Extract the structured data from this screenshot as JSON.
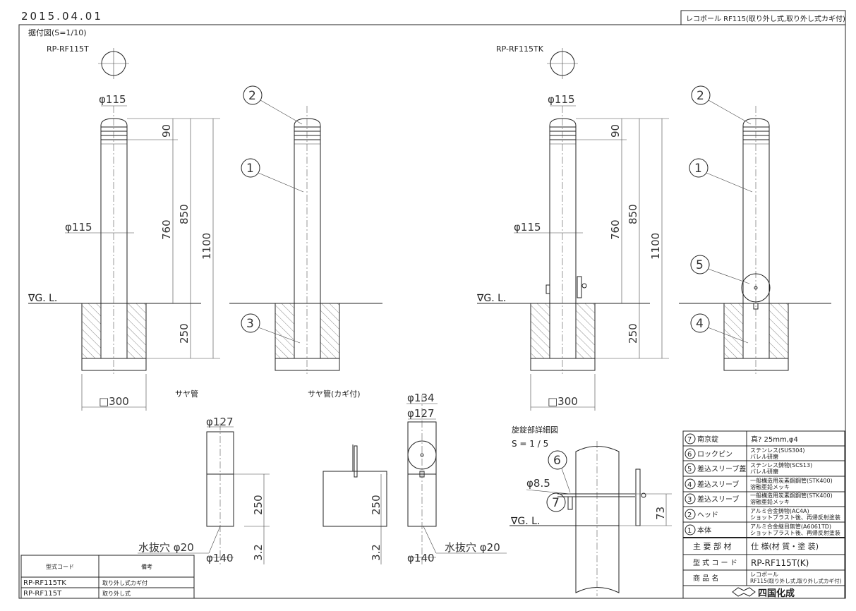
{
  "header": {
    "date": "2015.04.01",
    "title": "レコポール RF115(取り外し式,取り外し式カギ付)",
    "install_label": "据付図(S=1/10)"
  },
  "views": {
    "left_model": "RP-RF115T",
    "right_model": "RP-RF115TK",
    "dia_top": "φ115",
    "dia_mid": "φ115",
    "dim_90": "90",
    "dim_760": "760",
    "dim_850": "850",
    "dim_1100": "1100",
    "dim_250": "250",
    "foundation": "□300",
    "ground": "∇G. L.",
    "balloons": [
      "1",
      "2",
      "3",
      "4",
      "5",
      "6",
      "7"
    ]
  },
  "sleeves": {
    "sleeve_title": "サヤ管",
    "sleeve_key_title": "サヤ管(カギ付)",
    "dia_127": "φ127",
    "dia_134": "φ134",
    "dia_140": "φ140",
    "dim_250": "250",
    "dim_3_2": "3.2",
    "drain": "水抜穴 φ20"
  },
  "detail": {
    "title": "旋錠部詳細図",
    "scale": "S = 1 / 5",
    "pin_dia": "φ8.5",
    "dim_73": "73",
    "ground": "∇G. L."
  },
  "parts_table": {
    "rows": [
      {
        "no": "7",
        "name": "南京錠",
        "spec1": "真? 25mm,φ4",
        "spec2": ""
      },
      {
        "no": "6",
        "name": "ロックピン",
        "spec1": "ステンレス(SUS304)",
        "spec2": "バレル研磨"
      },
      {
        "no": "5",
        "name": "差込スリーブ蓋",
        "spec1": "ステンレス鋳物(SCS13)",
        "spec2": "バレル研磨"
      },
      {
        "no": "4",
        "name": "差込スリーブ",
        "spec1": "一般構造用炭素鋼鋼管(STK400)",
        "spec2": "溶融亜鉛メッキ"
      },
      {
        "no": "3",
        "name": "差込スリーブ",
        "spec1": "一般構造用炭素鋼鋼管(STK400)",
        "spec2": "溶融亜鉛メッキ"
      },
      {
        "no": "2",
        "name": "ヘッド",
        "spec1": "アルミ合金鋳物(AC4A)",
        "spec2": "ショットブラスト後、再帰反射塗装"
      },
      {
        "no": "1",
        "name": "本体",
        "spec1": "アルミ合金継目無管(A6061TD)",
        "spec2": "ショットブラスト後、再帰反射塗装"
      }
    ],
    "main_parts_label": "主 要 部 材",
    "spec_label": "仕 様(材 質・塗 装)",
    "model_code_label": "型 式 コ ー ド",
    "model_code": "RP-RF115T(K)",
    "product_label": "商 品 名",
    "product_name1": "レコポール",
    "product_name2": "RF115(取り外し式,取り外し式カギ付)",
    "company_logo": "四国化成"
  },
  "model_table": {
    "headers": [
      "型式コード",
      "備考"
    ],
    "rows": [
      [
        "RP-RF115TK",
        "取り外し式カギ付"
      ],
      [
        "RP-RF115T",
        "取り外し式"
      ]
    ]
  }
}
